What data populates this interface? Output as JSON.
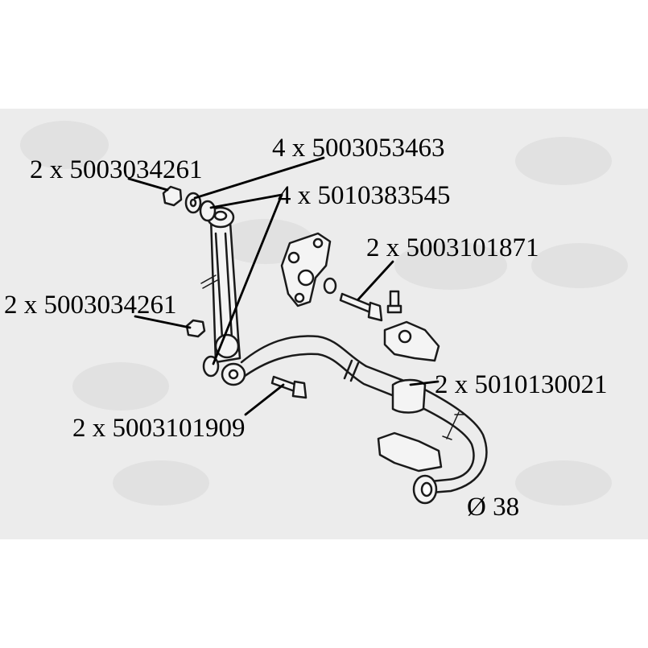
{
  "labels": {
    "nut_upper": "2 x 5003034261",
    "washer": "4 x 5003053463",
    "bushing_link": "4 x 5010383545",
    "bolt_bracket": "2 x 5003101871",
    "nut_lower": "2 x 5003034261",
    "bushing_bar": "2 x 5010130021",
    "bolt_lower": "2 x 5003101909",
    "diameter": "Ø 38"
  },
  "colors": {
    "background": "#ececec",
    "line": "#1a1a1a",
    "part_fill": "#f4f4f4",
    "watermark": "#e2e2e2"
  }
}
